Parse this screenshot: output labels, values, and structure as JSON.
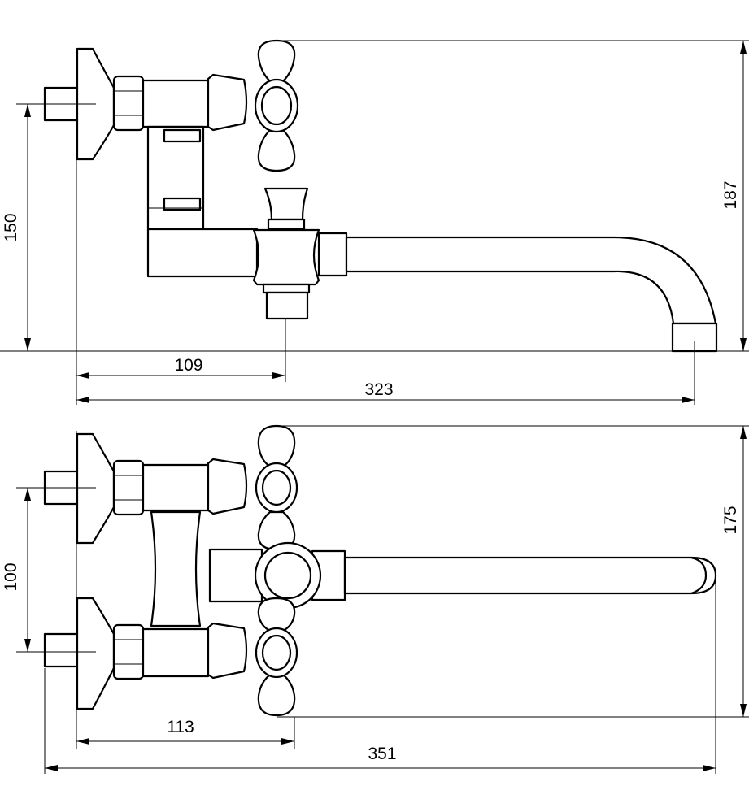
{
  "views": {
    "side": {
      "dims": {
        "height_left": "150",
        "width_outlet": "109",
        "width_total": "323",
        "height_right": "187"
      }
    },
    "top": {
      "dims": {
        "spacing": "100",
        "width_handle": "113",
        "width_total": "351",
        "height_right": "175"
      }
    }
  }
}
